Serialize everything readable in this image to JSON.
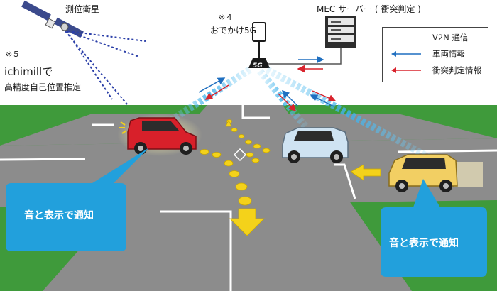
{
  "satellite": {
    "label": "測位衛星",
    "icon": "satellite-icon"
  },
  "note5": {
    "mark": "※５",
    "title": "ichimillで",
    "subtitle": "高精度自己位置推定"
  },
  "note4": {
    "mark": "※４",
    "label": "おでかけ5G"
  },
  "base_station": {
    "label": "5G",
    "icon": "base-station-icon"
  },
  "mec": {
    "label": "MEC サーバー ( 衝突判定 )",
    "icon": "server-icon"
  },
  "legend": {
    "items": [
      {
        "label": "V2N 通信",
        "icon": "v2n-signal-icon",
        "color": "#4ab3e6"
      },
      {
        "label": "車両情報",
        "icon": "arrow-blue-icon",
        "color": "#1f6fc0"
      },
      {
        "label": "衝突判定情報",
        "icon": "arrow-red-icon",
        "color": "#d9232d"
      }
    ]
  },
  "callouts": {
    "left": {
      "text": "音と表示で通知",
      "color": "#22a0dc"
    },
    "right": {
      "text": "音と表示で通知",
      "color": "#22a0dc"
    }
  },
  "colors": {
    "grass": "#3f9a3b",
    "road": "#8a8a8a",
    "markers": "#f4d21a",
    "red_car": "#d8202a",
    "blue_car": "#cfe3f2",
    "yellow_car": "#f2cf63"
  }
}
